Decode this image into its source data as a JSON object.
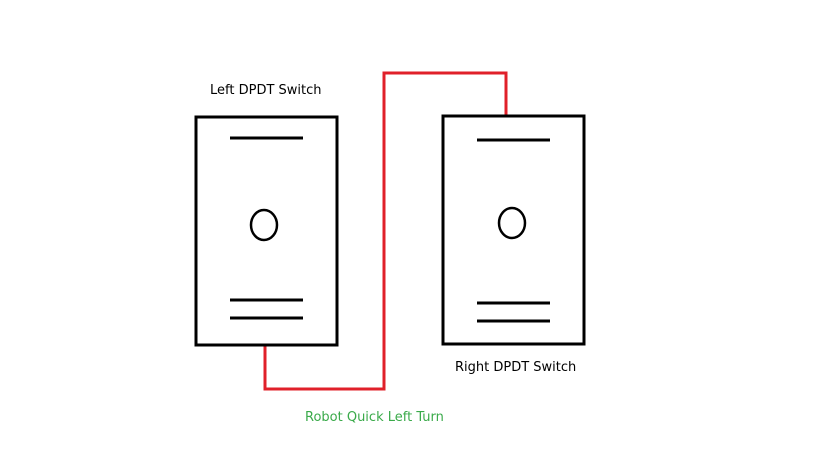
{
  "labels": {
    "left_switch": "Left DPDT Switch",
    "right_switch": "Right DPDT Switch",
    "caption": "Robot Quick Left Turn"
  },
  "colors": {
    "outline": "#000000",
    "wire": "#e0202a",
    "caption": "#3aaa4a",
    "background": "#ffffff"
  }
}
